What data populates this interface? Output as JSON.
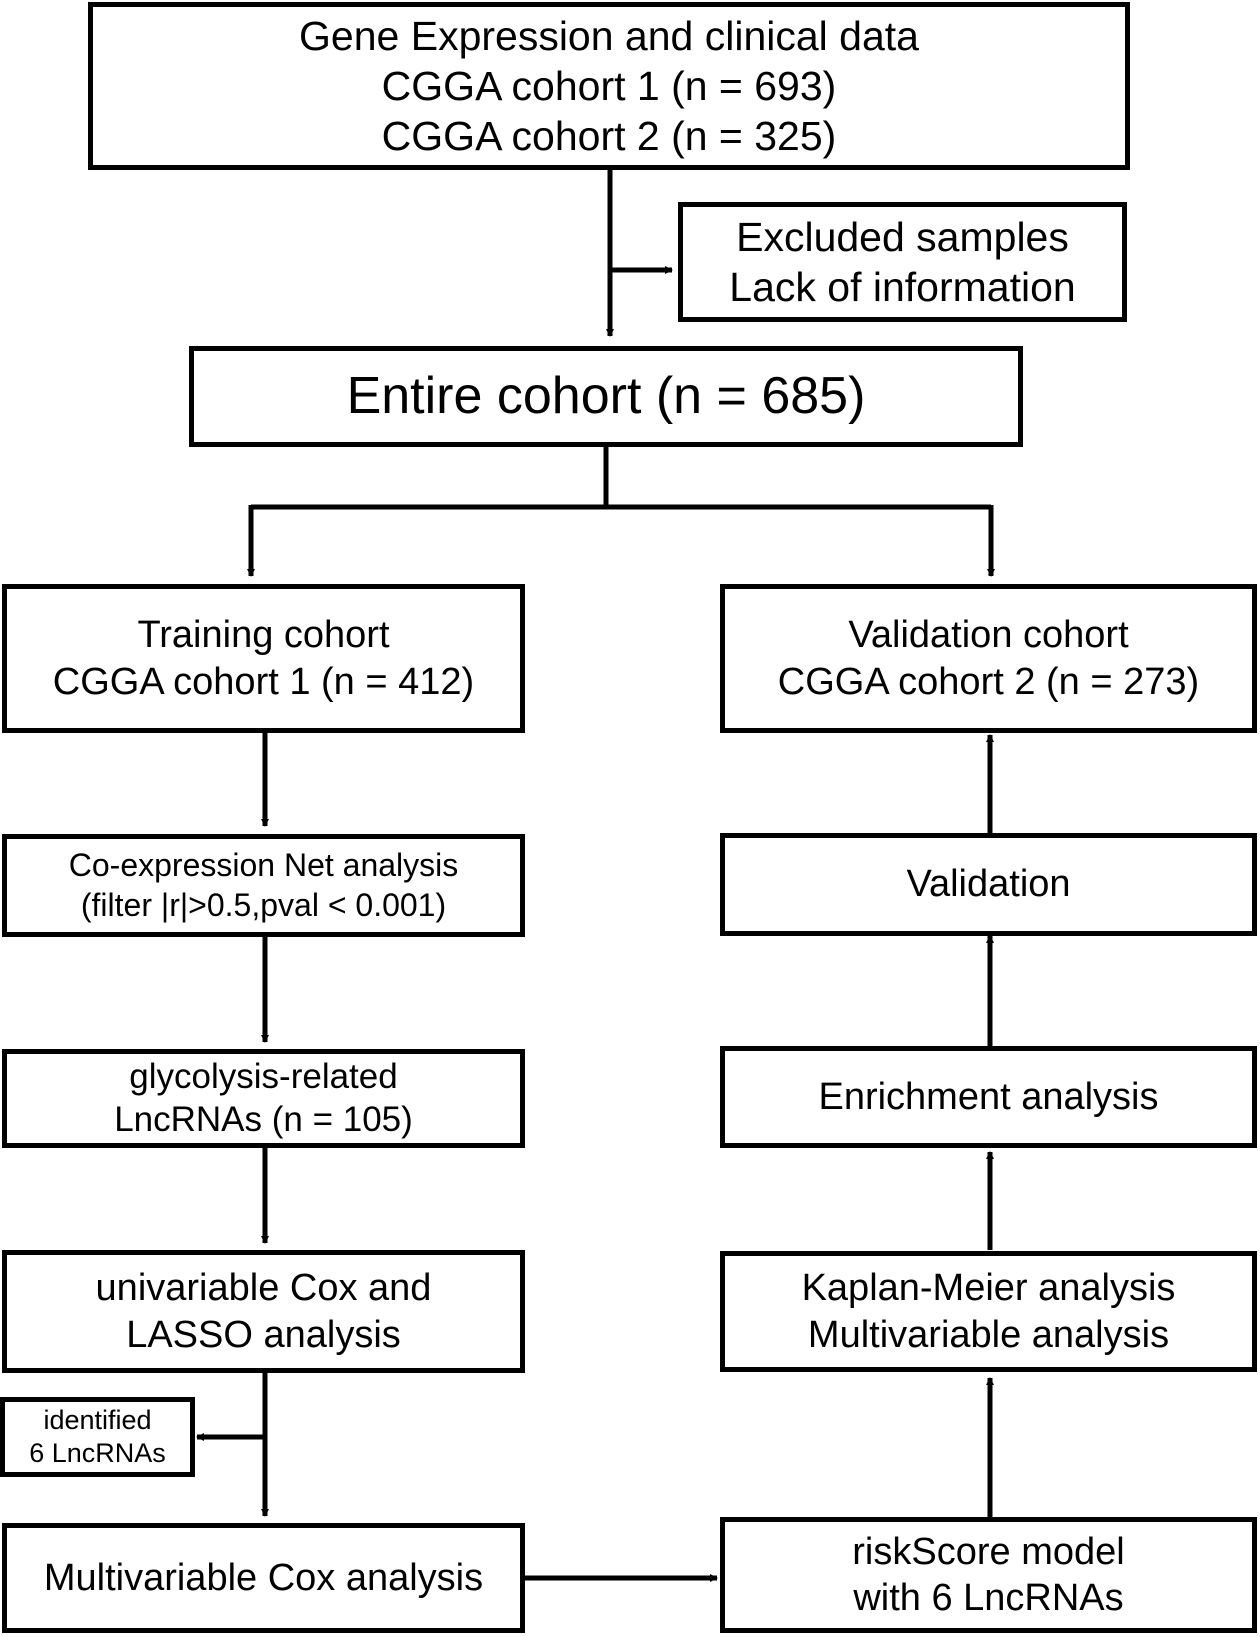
{
  "boxes": {
    "source": {
      "lines": [
        "Gene Expression and clinical data",
        "CGGA cohort 1 (n = 693)",
        "CGGA cohort 2 (n = 325)"
      ]
    },
    "excluded": {
      "lines": [
        "Excluded samples",
        "Lack of information"
      ]
    },
    "entire": {
      "lines": [
        "Entire cohort (n = 685)"
      ]
    },
    "training": {
      "lines": [
        "Training cohort",
        "CGGA cohort 1 (n = 412)"
      ]
    },
    "validation_cohort": {
      "lines": [
        "Validation cohort",
        "CGGA cohort 2 (n = 273)"
      ]
    },
    "coexpression": {
      "lines": [
        "Co-expression Net analysis",
        "(filter |r|>0.5,pval < 0.001)"
      ]
    },
    "validation": {
      "lines": [
        "Validation"
      ]
    },
    "glycolysis": {
      "lines": [
        "glycolysis-related",
        "LncRNAs (n = 105)"
      ]
    },
    "enrichment": {
      "lines": [
        "Enrichment analysis"
      ]
    },
    "cox_lasso": {
      "lines": [
        "univariable Cox and",
        "LASSO analysis"
      ]
    },
    "km": {
      "lines": [
        "Kaplan-Meier analysis",
        "Multivariable analysis"
      ]
    },
    "identified": {
      "lines": [
        "identified",
        "6 LncRNAs"
      ]
    },
    "multicox": {
      "lines": [
        "Multivariable Cox analysis"
      ]
    },
    "riskscore": {
      "lines": [
        "riskScore model",
        "with 6 LncRNAs"
      ]
    }
  }
}
